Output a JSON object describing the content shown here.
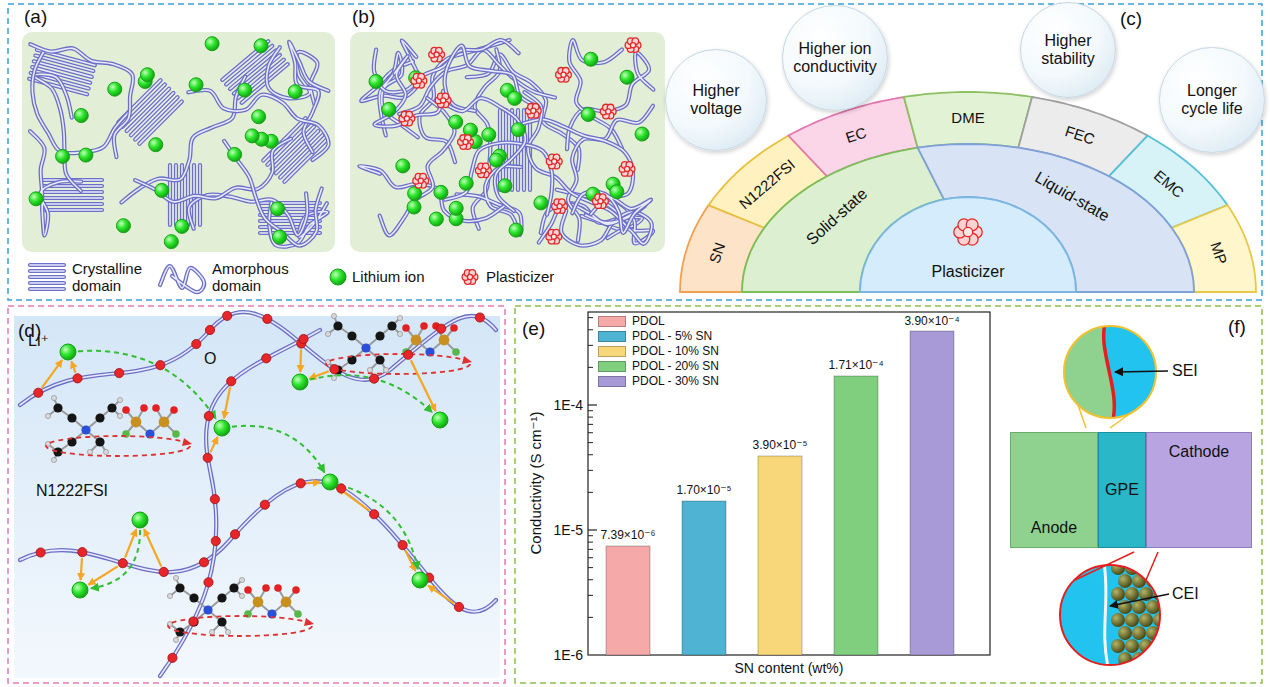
{
  "diagram": {
    "nodes": [
      {
        "text": [
          "Higher voltage"
        ]
      },
      {
        "text": [
          "Higher ion conductivity"
        ]
      },
      {
        "text": [
          "Higher stability"
        ]
      },
      {
        "text": [
          "Longer cycle life"
        ]
      },
      {
        "text": [
          "SN"
        ]
      },
      {
        "text": [
          "N1222FSI"
        ]
      },
      {
        "text": [
          "EC"
        ]
      },
      {
        "text": [
          "DME"
        ]
      },
      {
        "text": [
          "FEC"
        ]
      },
      {
        "text": [
          "EMC"
        ]
      },
      {
        "text": [
          "MP"
        ]
      },
      {
        "text": [
          "Solid-state"
        ]
      },
      {
        "text": [
          "Liquid-state"
        ]
      },
      {
        "text": [
          "Plasticizer"
        ]
      },
      {
        "text": [
          "Anode"
        ]
      },
      {
        "text": [
          "GPE"
        ]
      },
      {
        "text": [
          "Cathode"
        ]
      }
    ],
    "labels": [
      "(a)",
      "(b)",
      "(c)",
      "(d)",
      "Li⁺",
      "O",
      "N1222FSI",
      "(e)",
      "Conductivity (S cm⁻¹)",
      "1E-4",
      "1E-5",
      "1E-6",
      "SN content (wt%)",
      "7.39×10⁻⁶",
      "1.70×10⁻⁵",
      "3.90×10⁻⁵",
      "1.71×10⁻⁴",
      "3.90×10⁻⁴",
      "(f)",
      "SEI",
      "CEI"
    ],
    "legend": [
      {
        "text": "Crystalline domain"
      },
      {
        "text": "Amorphous domain"
      },
      {
        "text": "Lithium ion"
      },
      {
        "text": "Plasticizer"
      },
      {
        "text": "PDOL",
        "color": "#f6a9a9"
      },
      {
        "text": "PDOL - 5% SN",
        "color": "#4fb3d4"
      },
      {
        "text": "PDOL - 10% SN",
        "color": "#f8d77a"
      },
      {
        "text": "PDOL - 20% SN",
        "color": "#7fcf7f"
      },
      {
        "text": "PDOL - 30% SN",
        "color": "#a89ad6"
      }
    ]
  }
}
